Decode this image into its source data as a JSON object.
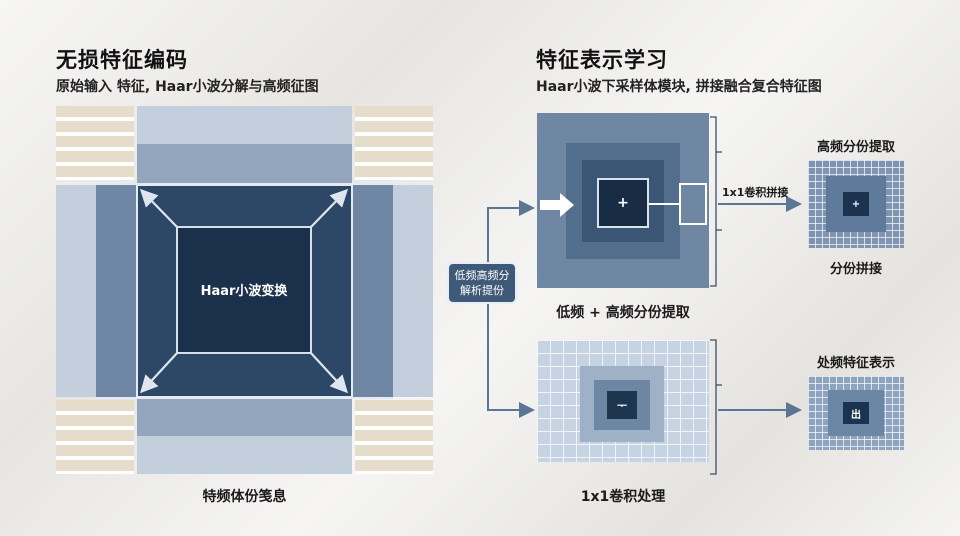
{
  "left": {
    "title": "无损特征编码",
    "subtitle": "原始输入 特征, Haar小波分解与高频征图",
    "center_label": "Haar小波变换",
    "caption": "特频体份笺息"
  },
  "right": {
    "title": "特征表示学习",
    "subtitle": "Haar小波下采样体模块, 拼接融合复合特征图",
    "top_module": {
      "center_symbol": "+",
      "caption": "低频 + 高频分份提取",
      "conv_label": "1x1卷积拼接"
    },
    "bottom_module": {
      "center_symbol": "ᅮ",
      "caption": "1x1卷积处理"
    },
    "split_pill": {
      "line1": "低频高频分",
      "line2": "解析提份"
    },
    "out_top": {
      "title": "高频分份提取",
      "center_symbol": "+",
      "caption": "分份拼接"
    },
    "out_bottom": {
      "title": "处频特征表示",
      "center_symbol": "出"
    }
  },
  "colors": {
    "navy": "#1c3450",
    "dark": "#2f4a68",
    "mid": "#6b829e",
    "light": "#a4b4c8",
    "pale": "#c9d4e1",
    "cream": "#e5dccb"
  }
}
